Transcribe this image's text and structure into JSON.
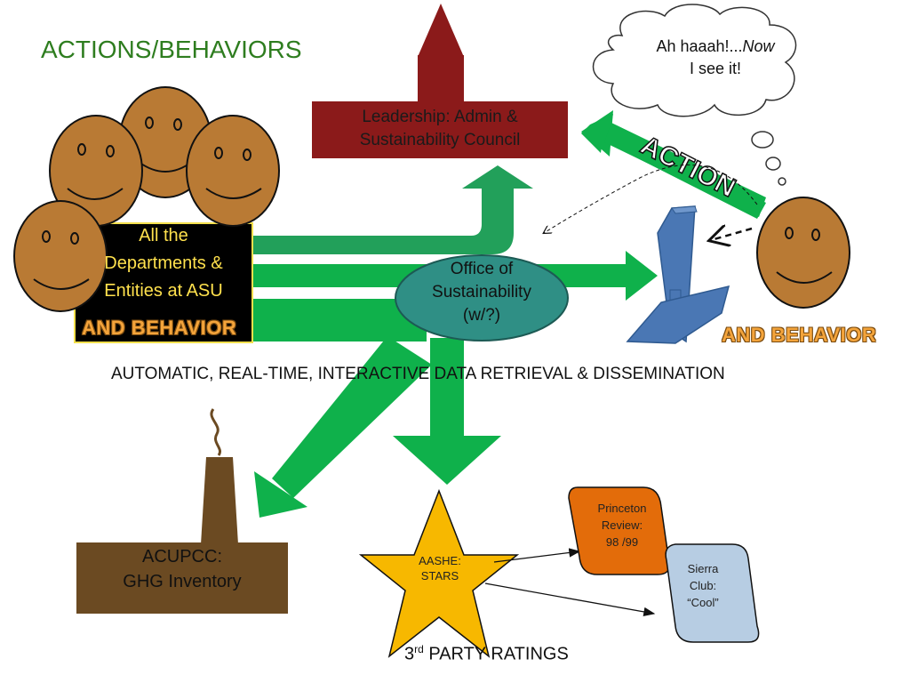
{
  "title": "ACTIONS/BEHAVIORS",
  "leadership": {
    "line1": "Leadership:  Admin &",
    "line2": "Sustainability Council"
  },
  "departments": {
    "line1": "All the",
    "line2": "Departments &",
    "line3": "Entities at ASU"
  },
  "behavior_label_left": "AND BEHAVIOR",
  "behavior_label_right": "AND BEHAVIOR",
  "office": {
    "line1": "Office of",
    "line2": "Sustainability",
    "line3": "(w/?)"
  },
  "thought_bubble": {
    "line1_plain": "Ah haaah!...",
    "line1_italic": "Now",
    "line2": "I see it!"
  },
  "action_label": "ACTION",
  "data_retrieval_caption": "AUTOMATIC, REAL-TIME, INTERACTIVE DATA RETRIEVAL & DISSEMINATION",
  "acupcc": {
    "line1": "ACUPCC:",
    "line2": "GHG Inventory"
  },
  "aashe": {
    "line1": "AASHE:",
    "line2": "STARS"
  },
  "princeton": {
    "line1": "Princeton",
    "line2": "Review:",
    "line3": "98 /99"
  },
  "sierra": {
    "line1": "Sierra",
    "line2": "Club:",
    "line3": "“Cool”"
  },
  "ratings": {
    "prefix": "3",
    "superscript": "rd",
    "rest": " PARTY RATINGS"
  },
  "colors": {
    "arrow_green": "#0fb14b",
    "dark_green": "#22a05a",
    "banner_red": "#8b1a1a",
    "face_brown": "#b97a34",
    "office_teal": "#2f8f85",
    "screen_blue": "#4a77b4",
    "smokestack_brown": "#6b4a22",
    "star_yellow": "#f7b800",
    "princeton_orange": "#e36c0a",
    "sierra_blue": "#b7cde3"
  }
}
